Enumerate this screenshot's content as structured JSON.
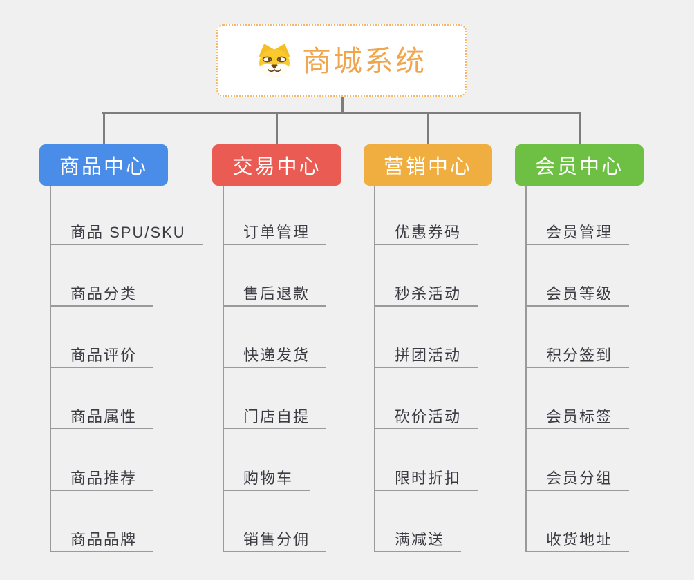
{
  "root": {
    "title": "商城系统",
    "icon": "dog-face-icon",
    "accent_color": "#f0a64e",
    "border_color": "#f3b766"
  },
  "branches": [
    {
      "label": "商品中心",
      "color": "#4a8de9",
      "items": [
        "商品 SPU/SKU",
        "商品分类",
        "商品评价",
        "商品属性",
        "商品推荐",
        "商品品牌"
      ]
    },
    {
      "label": "交易中心",
      "color": "#e95b53",
      "items": [
        "订单管理",
        "售后退款",
        "快递发货",
        "门店自提",
        "购物车",
        "销售分佣"
      ]
    },
    {
      "label": "营销中心",
      "color": "#efae3f",
      "items": [
        "优惠券码",
        "秒杀活动",
        "拼团活动",
        "砍价活动",
        "限时折扣",
        "满减送"
      ]
    },
    {
      "label": "会员中心",
      "color": "#6ec044",
      "items": [
        "会员管理",
        "会员等级",
        "积分签到",
        "会员标签",
        "会员分组",
        "收货地址"
      ]
    }
  ],
  "colors": {
    "canvas_background": "#f0f0f1",
    "connector": "#7d7d7d",
    "leaf_underline": "#9a9a9a",
    "leaf_text": "#3b3b42"
  }
}
